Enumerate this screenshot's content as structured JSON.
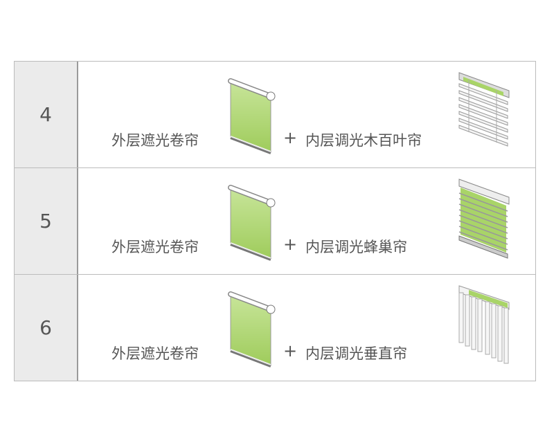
{
  "rows": [
    {
      "number": "4",
      "outer": "外层遮光卷帘",
      "plus": "+",
      "inner": "内层调光木百叶帘",
      "inner_icon": "venetian-blind-icon"
    },
    {
      "number": "5",
      "outer": "外层遮光卷帘",
      "plus": "+",
      "inner": "内层调光蜂巢帘",
      "inner_icon": "honeycomb-blind-icon"
    },
    {
      "number": "6",
      "outer": "外层遮光卷帘",
      "plus": "+",
      "inner": "内层调光垂直帘",
      "inner_icon": "vertical-blind-icon"
    }
  ],
  "colors": {
    "green": "#a9d468",
    "header_bg": "#ebebeb",
    "text": "#555555"
  }
}
